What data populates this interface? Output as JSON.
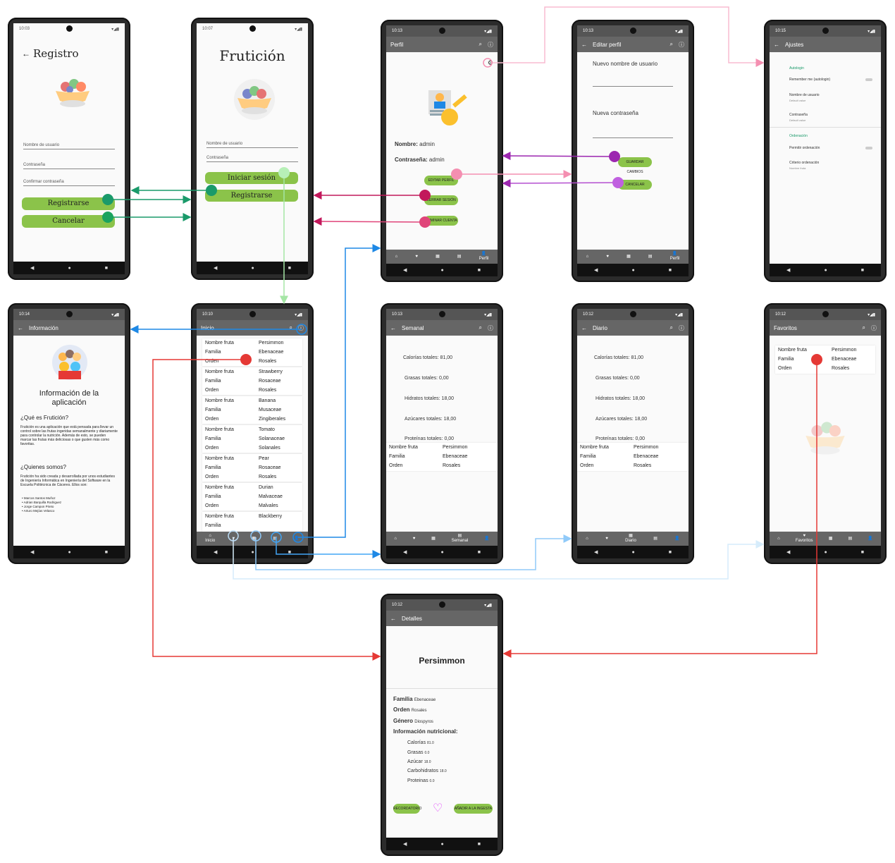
{
  "status": {
    "t1": "10:03",
    "t2": "10:07",
    "t3": "10:13",
    "t4": "10:13",
    "t5": "10:15",
    "t6": "10:14",
    "t7": "10:10",
    "t8": "10:13",
    "t9": "10:12",
    "t10": "10:12",
    "t11": "10:12"
  },
  "nav": {
    "back": "◀",
    "home": "●",
    "recent": "■"
  },
  "registro": {
    "title": "Registro",
    "user": "Nombre de usuario",
    "pass": "Contraseña",
    "confirm": "Confirmar contraseña",
    "register": "Registrarse",
    "cancel": "Cancelar"
  },
  "login": {
    "title": "Frutición",
    "user": "Nombre de usuario",
    "pass": "Contraseña",
    "login": "Iniciar sesión",
    "register": "Registrarse"
  },
  "perfil": {
    "title": "Perfil",
    "name_label": "Nombre:",
    "name_value": "admin",
    "pass_label": "Contraseña:",
    "pass_value": "admin",
    "edit": "EDITAR PERFIL",
    "logout": "CERRAR SESIÓN",
    "delete": "ELIMINAR CUENTA",
    "tab": "Perfil"
  },
  "editar": {
    "title": "Editar perfil",
    "new_user": "Nuevo nombre de usuario",
    "new_pass": "Nueva contraseña",
    "save": "GUARDAR CAMBIOS",
    "cancel": "CANCELAR",
    "tab": "Perfil"
  },
  "ajustes": {
    "title": "Ajustes",
    "cat1": "Autologin",
    "remember": "Remember me (autologin)",
    "user": "Nombre de usuario",
    "user_sub": "Default value",
    "pass": "Contraseña",
    "pass_sub": "Default value",
    "cat2": "Ordenación",
    "allow": "Permitir ordenación",
    "criteria": "Criterio ordenación",
    "criteria_sub": "Nombre fruta"
  },
  "info": {
    "title": "Información",
    "heading": "Información de la aplicación",
    "q1": "¿Qué es Frutición?",
    "p1": "Frutición es una aplicación que está pensada para llevar un control sobre las frutas ingeridas semanalmente y diariamente para controlar la nutrición. Además de esto, se pueden marcar las frutas más deliciosas o que gusten más como favoritas.",
    "q2": "¿Quienes somos?",
    "p2": "Frutición ha sido creada y desarrollada por unos estudiantes de Ingeniería Informática en Ingeniería del Software en la Escuela Politécnica de Cáceres. Ellos son:",
    "names": [
      "• Marcos Santos Muñoz",
      "• Adrian Barquilla Rodriguez",
      "• Jorge Campon Prieto",
      "• Arturo Mejías Velasco"
    ]
  },
  "inicio": {
    "title": "Inicio",
    "tab": "Inicio",
    "labels": [
      "Nombre fruta",
      "Familia",
      "Orden"
    ],
    "fruits": [
      [
        "Persimmon",
        "Ebenaceae",
        "Rosales"
      ],
      [
        "Strawberry",
        "Rosaceae",
        "Rosales"
      ],
      [
        "Banana",
        "Musaceae",
        "Zingiberales"
      ],
      [
        "Tomato",
        "Solanaceae",
        "Solanales"
      ],
      [
        "Pear",
        "Rosaceae",
        "Rosales"
      ],
      [
        "Durian",
        "Malvaceae",
        "Malvales"
      ],
      [
        "Blackberry",
        "",
        ""
      ]
    ]
  },
  "semanal": {
    "title": "Semanal",
    "tab": "Semanal",
    "cal": "Calorías totales:",
    "cal_v": "81,00",
    "fat": "Grasas totales:",
    "fat_v": "0,00",
    "carb": "Hidratos totales:",
    "carb_v": "18,00",
    "sugar": "Azúcares totales:",
    "sugar_v": "18,00",
    "prot": "Proteínas totales:",
    "prot_v": "0,00",
    "fruit": [
      "Persimmon",
      "Ebenaceae",
      "Rosales"
    ]
  },
  "diario": {
    "title": "Diario",
    "tab": "Diario",
    "cal": "Calorías totales:",
    "cal_v": "81,00",
    "fat": "Grasas totales:",
    "fat_v": "0,00",
    "carb": "Hidratos totales:",
    "carb_v": "18,00",
    "sugar": "Azúcares totales:",
    "sugar_v": "18,00",
    "prot": "Proteínas totales:",
    "prot_v": "0,00",
    "fruit": [
      "Persimmon",
      "Ebenaceae",
      "Rosales"
    ]
  },
  "favoritos": {
    "title": "Favoritos",
    "tab": "Favoritos",
    "fruit": [
      "Persimmon",
      "Ebenaceae",
      "Rosales"
    ]
  },
  "detalles": {
    "title": "Detalles",
    "name": "Persimmon",
    "fam_l": "Familia",
    "fam_v": "Ebenaceae",
    "ord_l": "Orden",
    "ord_v": "Rosales",
    "gen_l": "Género",
    "gen_v": "Diospyros",
    "nut": "Información nutricional:",
    "cal": "Calorías",
    "cal_v": "81.0",
    "fat": "Grasas",
    "fat_v": "0.0",
    "sug": "Azúcar",
    "sug_v": "18.0",
    "carb": "Carbohidratos",
    "carb_v": "18.0",
    "prot": "Proteinas",
    "prot_v": "0.0",
    "rem": "RECORDATORIO",
    "add": "AÑADIR A LA INGESTA"
  },
  "colors": {
    "green": "#8bc34a",
    "teal": "#1a9a6a",
    "crimson": "#c2185b",
    "pink": "#f48fb1",
    "purple": "#9c27b0",
    "blue": "#1e88e5",
    "lightblue": "#90caf9",
    "paleblue": "#d6ecfb",
    "red": "#e53935",
    "lightgreen": "#a5e6a5"
  }
}
